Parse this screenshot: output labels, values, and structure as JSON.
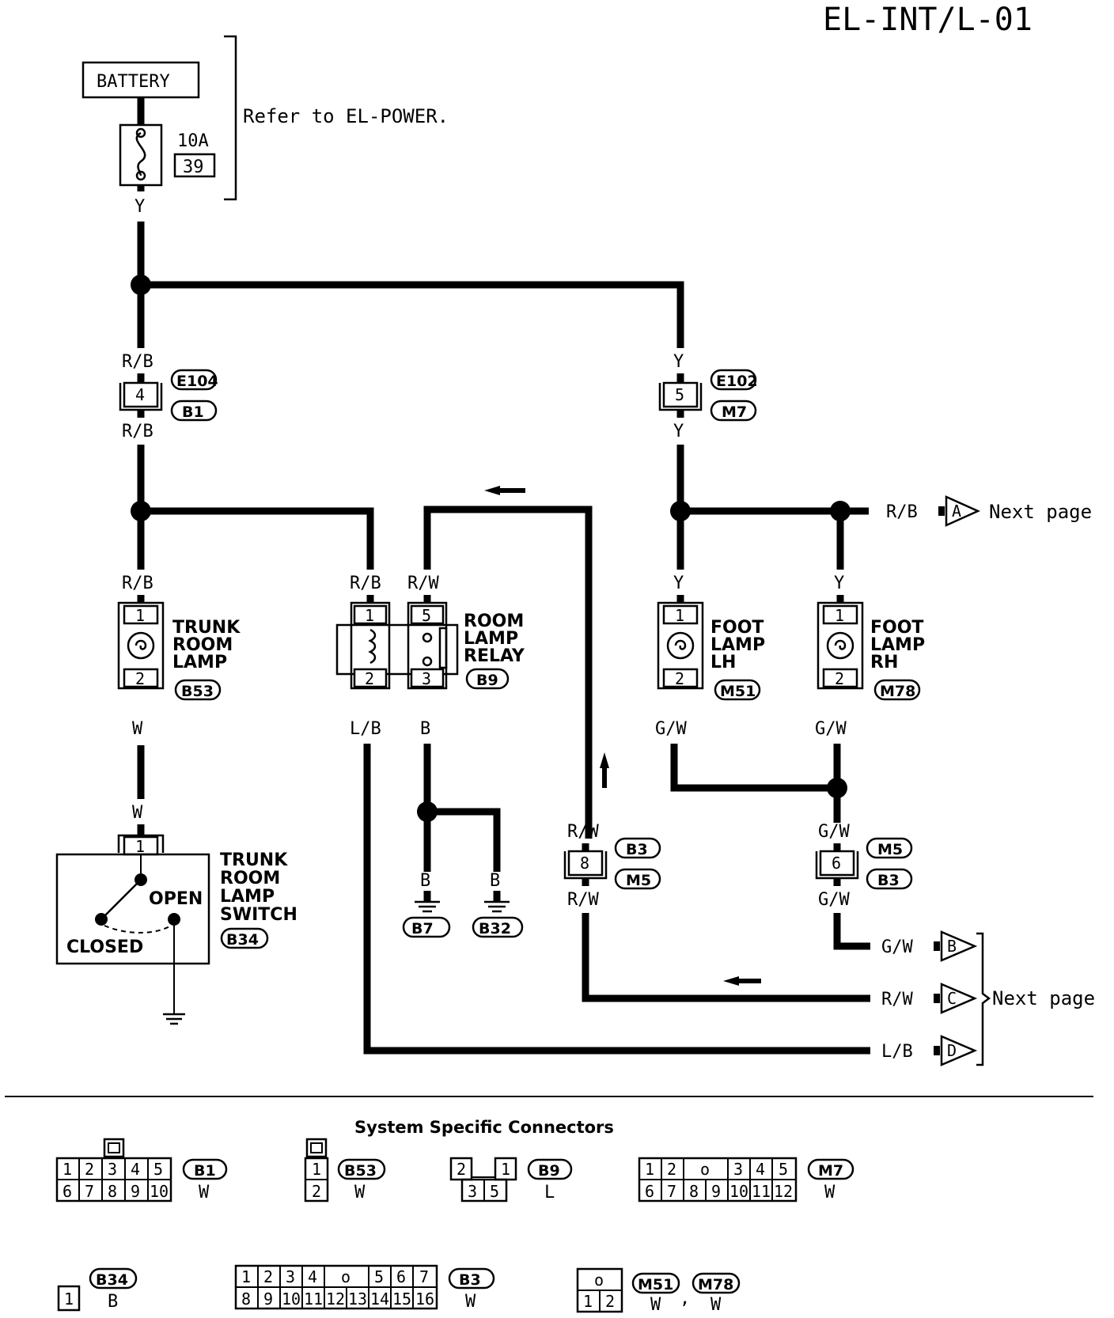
{
  "page_code": "EL-INT/L-01",
  "power": {
    "battery_label": "BATTERY",
    "fuse_rating": "10A",
    "fuse_number": "39",
    "note": "Refer to EL-POWER.",
    "wire": "Y"
  },
  "junctions": {
    "left_top": {
      "wire_top": "R/B",
      "wire_bottom": "R/B",
      "pin": "4",
      "conn_1": "E104",
      "conn_2": "B1"
    },
    "right_top": {
      "wire_top": "Y",
      "wire_bottom": "Y",
      "pin": "5",
      "conn_1": "E102",
      "conn_2": "M7"
    }
  },
  "components": {
    "trunk_lamp": {
      "name_1": "TRUNK",
      "name_2": "ROOM",
      "name_3": "LAMP",
      "conn": "B53",
      "pin_1": "1",
      "pin_2": "2",
      "wire_in": "R/B",
      "wire_out": "W"
    },
    "relay": {
      "name_1": "ROOM",
      "name_2": "LAMP",
      "name_3": "RELAY",
      "conn": "B9",
      "pin_1": "1",
      "pin_2": "2",
      "pin_3": "3",
      "pin_5": "5",
      "wire_1": "R/B",
      "wire_5": "R/W",
      "wire_2": "L/B",
      "wire_3": "B"
    },
    "foot_lh": {
      "name_1": "FOOT",
      "name_2": "LAMP",
      "name_3": "LH",
      "conn": "M51",
      "pin_1": "1",
      "pin_2": "2",
      "wire_in": "Y",
      "wire_out": "G/W"
    },
    "foot_rh": {
      "name_1": "FOOT",
      "name_2": "LAMP",
      "name_3": "RH",
      "conn": "M78",
      "pin_1": "1",
      "pin_2": "2",
      "wire_in": "Y",
      "wire_out": "G/W"
    },
    "trunk_switch": {
      "name_1": "TRUNK",
      "name_2": "ROOM",
      "name_3": "LAMP",
      "name_4": "SWITCH",
      "conn": "B34",
      "pin": "1",
      "wire_in": "W",
      "open": "OPEN",
      "closed": "CLOSED"
    }
  },
  "grounds": {
    "wire_1": "B",
    "wire_2": "B",
    "g1": "B7",
    "g2": "B32"
  },
  "mid_conn_rw": {
    "wire_top": "R/W",
    "wire_bottom": "R/W",
    "pin": "8",
    "conn_1": "B3",
    "conn_2": "M5"
  },
  "mid_conn_gw": {
    "wire_top": "G/W",
    "wire_bottom": "G/W",
    "pin": "6",
    "conn_1": "M5",
    "conn_2": "B3"
  },
  "offpage": {
    "a": {
      "wire": "R/B",
      "letter": "A",
      "text": "Next page"
    },
    "b": {
      "wire": "G/W",
      "letter": "B"
    },
    "c": {
      "wire": "R/W",
      "letter": "C",
      "text": "Next page"
    },
    "d": {
      "wire": "L/B",
      "letter": "D"
    }
  },
  "connectors_section": {
    "title": "System Specific Connectors",
    "b1": {
      "id": "B1",
      "color": "W",
      "row1": [
        "1",
        "2",
        "3",
        "4",
        "5"
      ],
      "row2": [
        "6",
        "7",
        "8",
        "9",
        "10"
      ]
    },
    "b53": {
      "id": "B53",
      "color": "W",
      "row1": [
        "1"
      ],
      "row2": [
        "2"
      ]
    },
    "b9": {
      "id": "B9",
      "color": "L",
      "row1": [
        "2",
        "1"
      ],
      "row2": [
        "3",
        "5"
      ]
    },
    "m7": {
      "id": "M7",
      "color": "W",
      "row1": [
        "1",
        "2",
        "o",
        "3",
        "4",
        "5"
      ],
      "row2": [
        "6",
        "7",
        "8",
        "9",
        "10",
        "11",
        "12"
      ]
    },
    "b34": {
      "id": "B34",
      "color": "B",
      "row1": [
        "1"
      ]
    },
    "b3": {
      "id": "B3",
      "color": "W",
      "row1": [
        "1",
        "2",
        "3",
        "4",
        "o",
        "5",
        "6",
        "7"
      ],
      "row2": [
        "8",
        "9",
        "10",
        "11",
        "12",
        "13",
        "14",
        "15",
        "16"
      ]
    },
    "m51m78": {
      "id1": "M51",
      "id2": "M78",
      "color1": "W",
      "sep": ",",
      "color2": "W",
      "row1": [
        "o"
      ],
      "row2": [
        "1",
        "2"
      ]
    }
  }
}
